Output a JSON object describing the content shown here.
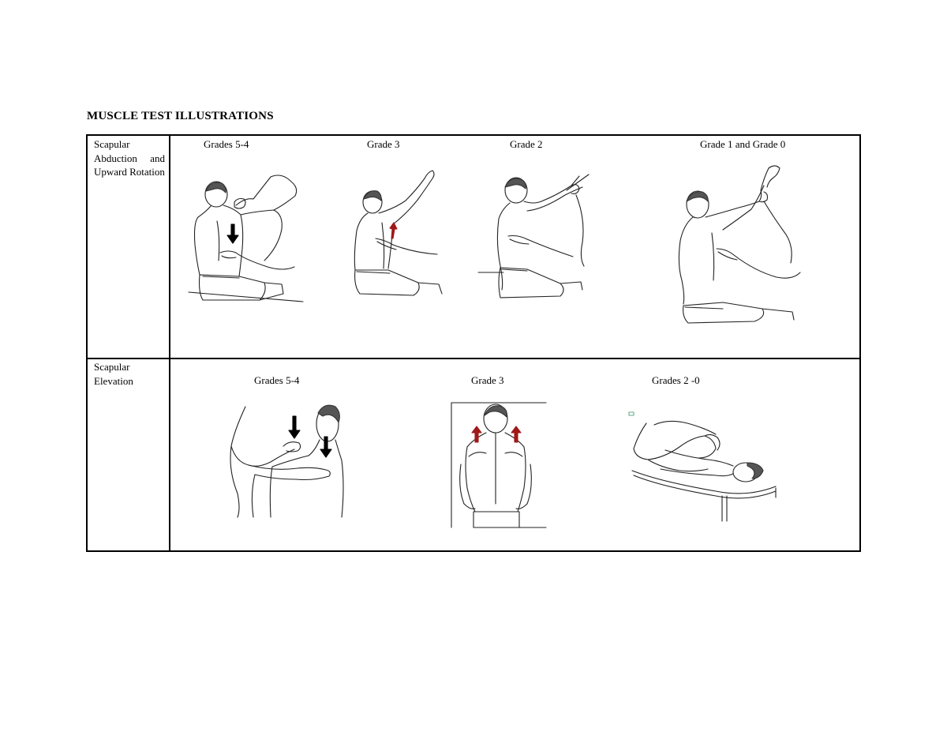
{
  "document": {
    "title": "MUSCLE TEST ILLUSTRATIONS"
  },
  "rows": [
    {
      "label": "Scapular Abduction and Upward Rotation",
      "grades": [
        "Grades 5-4",
        "Grade 3",
        "Grade 2",
        "Grade 1 and Grade 0"
      ]
    },
    {
      "label": "Scapular Elevation",
      "grades": [
        "Grades 5-4",
        "Grade 3",
        "Grades 2 -0"
      ]
    }
  ]
}
